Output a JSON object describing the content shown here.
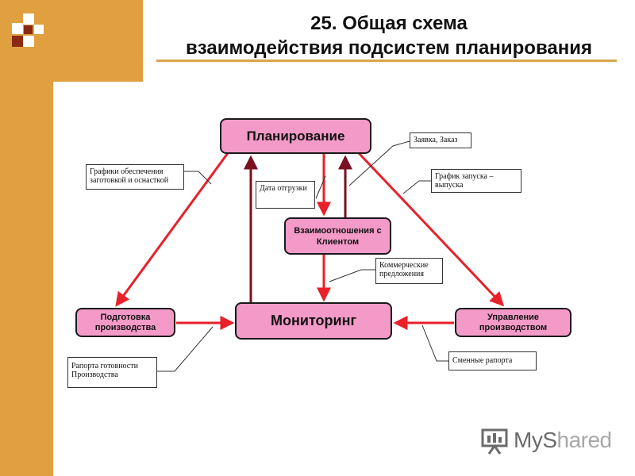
{
  "title": {
    "line1": "25. Общая схема",
    "line2": "взаимодействия подсистем планирования"
  },
  "nodes": {
    "planning": "Планирование",
    "client": "Взаимоотношения с Клиентом",
    "monitoring": "Мониторинг",
    "production_prep": "Подготовка производства",
    "production_mgmt": "Управление производством"
  },
  "notes": {
    "supply_schedules": "Графики обеспечения заготовкой и оснасткой",
    "shipping_date": "Дата отгрузки",
    "request_order": "Заявка, Заказ",
    "launch_schedule": "График запуска – выпуска",
    "commercial_offers": "Коммерческие предложения",
    "readiness_reports": "Рапорта готовности Производства",
    "shift_reports": "Сменные рапорта"
  },
  "watermark": {
    "text_main": "MyS",
    "text_faded": "hared"
  },
  "colors": {
    "accent": "#e0a040",
    "node_fill": "#f49ac8",
    "arrow_red": "#e8202a",
    "arrow_dark": "#7a1020"
  }
}
